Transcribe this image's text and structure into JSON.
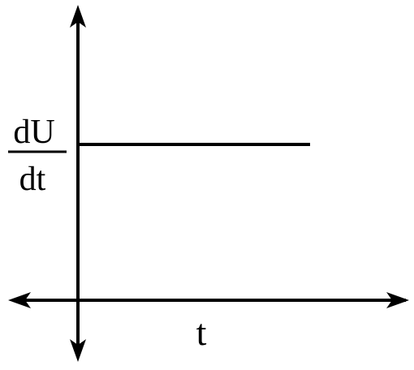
{
  "y_label": {
    "numerator": "dU",
    "denominator": "dt"
  },
  "x_label": "t",
  "chart_data": {
    "type": "line",
    "description_series": [
      {
        "values_shape": "constant"
      }
    ],
    "xlabel": "t",
    "ylabel": "dU/dt"
  },
  "colors": {
    "stroke": "#000000",
    "background": "#ffffff"
  }
}
